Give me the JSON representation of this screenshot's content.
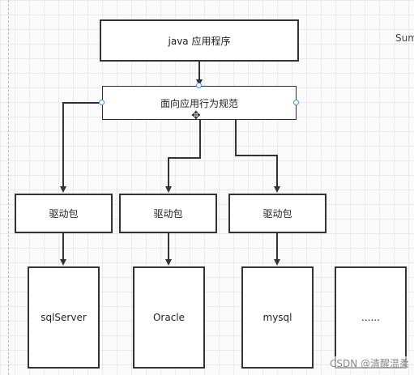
{
  "diagram": {
    "top_node": "java 应用程序",
    "interface_node": "面向应用行为规范",
    "drivers": [
      "驱动包",
      "驱动包",
      "驱动包"
    ],
    "databases": [
      "sqlServer",
      "Oracle",
      "mysql",
      "......"
    ]
  },
  "side_label": "Sum",
  "watermark": "CSDN @清醒温柔"
}
